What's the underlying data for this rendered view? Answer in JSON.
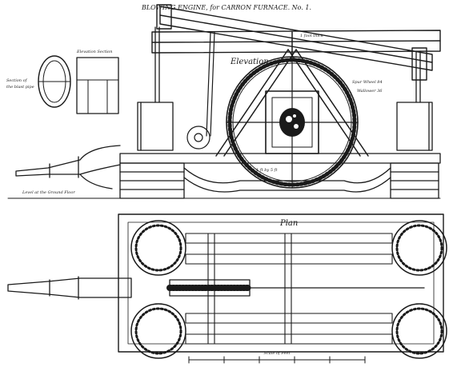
{
  "drawing": {
    "title": "BLOWING ENGINE, for CARRON FURNACE. No. 1.",
    "labels": {
      "elevation": "Elevation",
      "plan": "Plan",
      "spur_wheel": "Spur Wheel 84",
      "pinion": "Wallower 36",
      "pipe_section_a": "Section of",
      "pipe_section_b": "the blast pipe",
      "section_view": "Elevation Section",
      "ground_level": "Level at the Ground Floor",
      "beam_note": "1 foot thick",
      "dimension": "1 ft by 5 ft",
      "scale": "Scale of Feet"
    }
  }
}
